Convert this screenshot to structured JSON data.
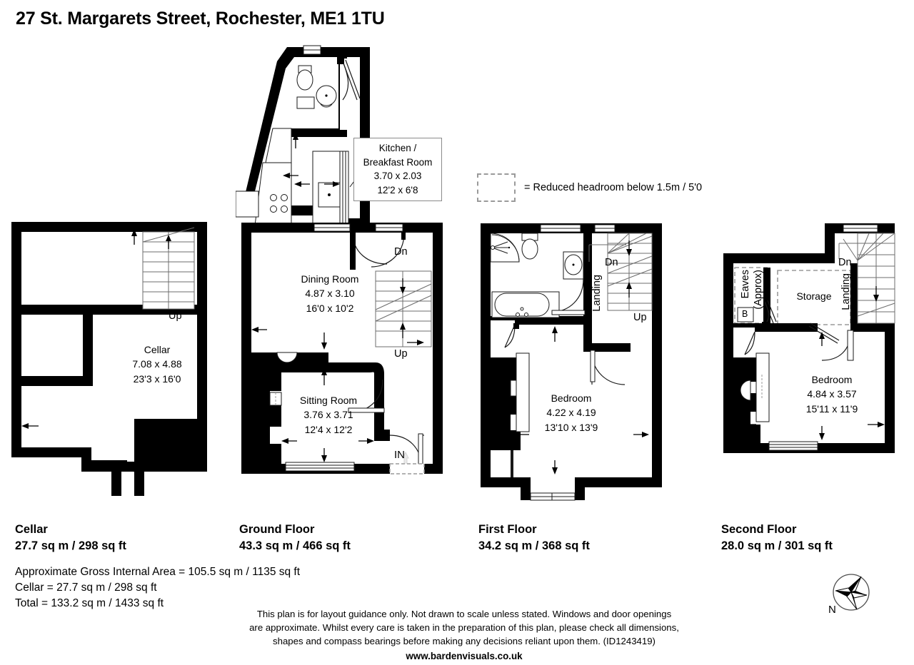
{
  "title": "27 St. Margarets Street, Rochester, ME1 1TU",
  "legend": {
    "swatch_name": "reduced-headroom-swatch",
    "text": "= Reduced headroom below 1.5m / 5'0"
  },
  "floors": [
    {
      "id": "cellar",
      "caption_name": "Cellar",
      "caption_area": "27.7 sq m / 298 sq ft",
      "rooms": [
        {
          "name": "Cellar",
          "metric": "7.08 x 4.88",
          "imperial": "23'3 x 16'0"
        }
      ],
      "stair_labels": [
        "Up"
      ]
    },
    {
      "id": "ground-floor",
      "caption_name": "Ground Floor",
      "caption_area": "43.3 sq m / 466 sq ft",
      "rooms": [
        {
          "name": "Kitchen /",
          "name2": "Breakfast Room",
          "metric": "3.70 x 2.03",
          "imperial": "12'2 x 6'8"
        },
        {
          "name": "Dining Room",
          "metric": "4.87 x 3.10",
          "imperial": "16'0 x 10'2"
        },
        {
          "name": "Sitting Room",
          "metric": "3.76 x 3.71",
          "imperial": "12'4 x 12'2"
        }
      ],
      "stair_labels": [
        "Dn",
        "Up"
      ],
      "entrance_label": "IN"
    },
    {
      "id": "first-floor",
      "caption_name": "First Floor",
      "caption_area": "34.2 sq m / 368 sq ft",
      "rooms": [
        {
          "name": "Bedroom",
          "metric": "4.22 x 4.19",
          "imperial": "13'10 x 13'9"
        }
      ],
      "stair_labels": [
        "Dn",
        "Up"
      ],
      "landing_label": "Landing"
    },
    {
      "id": "second-floor",
      "caption_name": "Second Floor",
      "caption_area": "28.0 sq m / 301 sq ft",
      "rooms": [
        {
          "name": "Bedroom",
          "metric": "4.84 x 3.57",
          "imperial": "15'11 x 11'9"
        }
      ],
      "stair_labels": [
        "Dn"
      ],
      "landing_label": "Landing",
      "storage_label": "Storage",
      "eaves_label_line1": "Eaves",
      "eaves_label_line2": "(Approx)",
      "boiler_label": "B"
    }
  ],
  "summary": {
    "line1": "Approximate Gross Internal Area = 105.5 sq m / 1135 sq ft",
    "line2": "Cellar = 27.7 sq m / 298 sq ft",
    "line3": "Total = 133.2 sq m / 1433 sq ft"
  },
  "disclaimer": {
    "line1": "This plan is for layout guidance only. Not drawn to scale unless stated. Windows and door openings",
    "line2": "are approximate. Whilst every care is taken in the preparation of this plan, please check all dimensions,",
    "line3": "shapes and compass bearings before making any decisions reliant upon them. (ID1243419)",
    "website": "www.bardenvisuals.co.uk"
  },
  "compass": {
    "label": "N"
  },
  "colors": {
    "wall": "#000000",
    "background": "#ffffff",
    "fixture_line": "#1a1a1a",
    "dashed_guide": "#9a9a9a"
  }
}
